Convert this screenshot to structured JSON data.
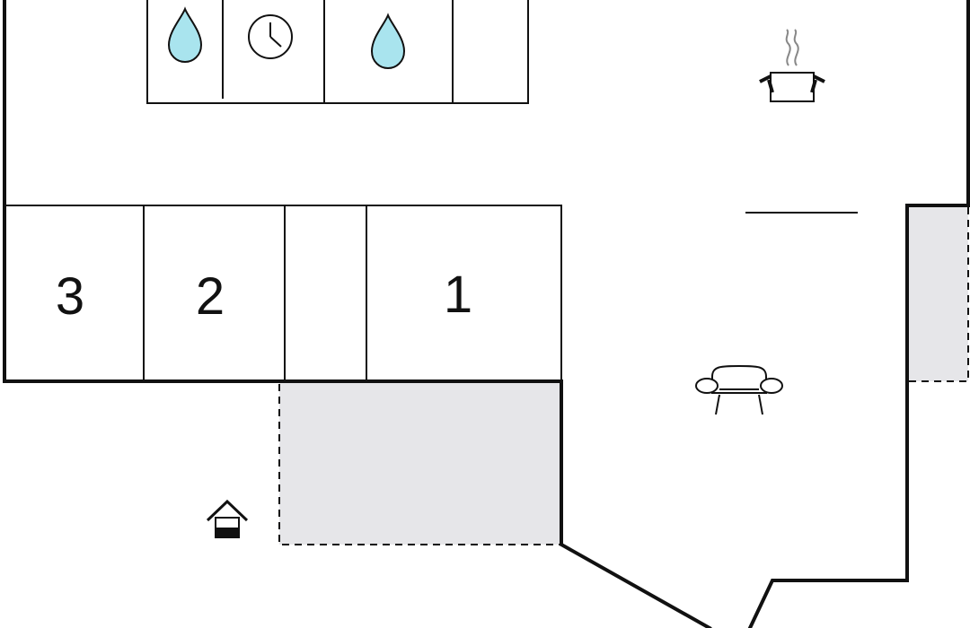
{
  "colors": {
    "wall": "#111111",
    "terrace_fill": "#e6e6e9",
    "water_drop": "#a9e4ee",
    "background": "#ffffff"
  },
  "rooms": [
    {
      "id": "room-3",
      "label": "3"
    },
    {
      "id": "room-2",
      "label": "2"
    },
    {
      "id": "room-1",
      "label": "1"
    }
  ],
  "icons": [
    "water-drop-icon",
    "clock-icon",
    "water-drop-icon",
    "cooking-pot-icon",
    "sofa-icon",
    "house-entrance-icon"
  ]
}
